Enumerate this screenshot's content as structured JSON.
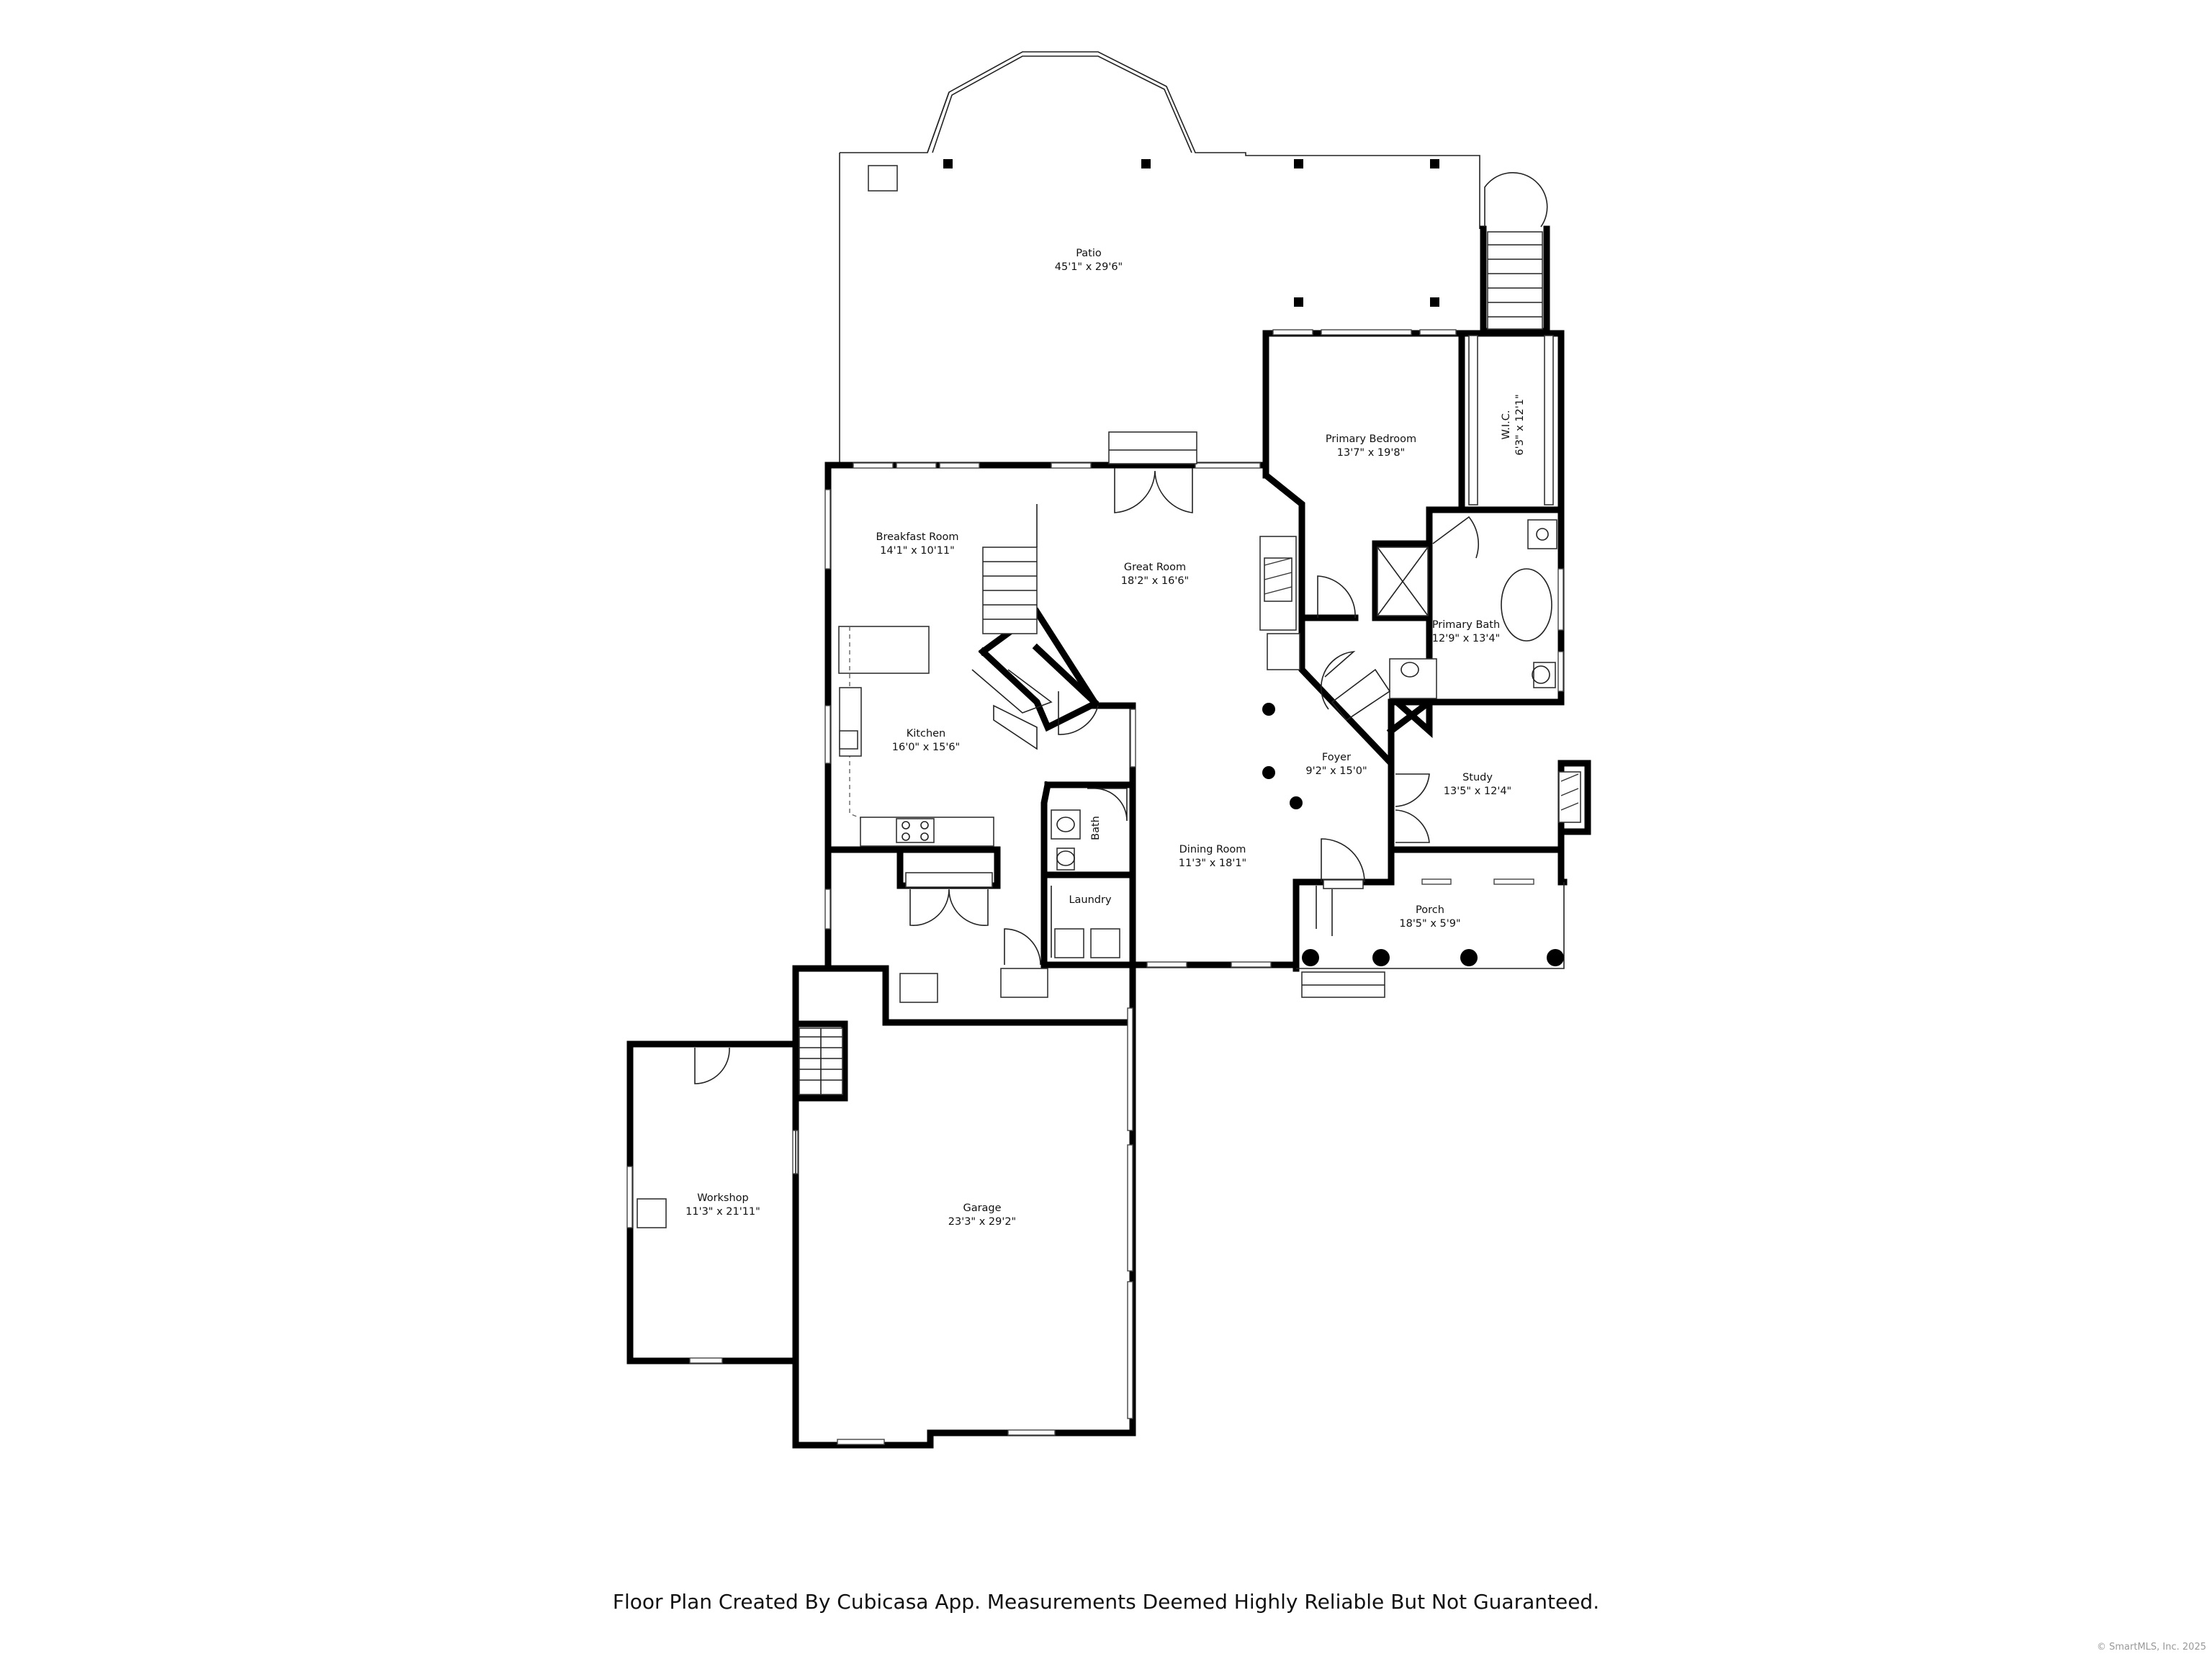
{
  "rooms": {
    "patio": {
      "name": "Patio",
      "dim": "45'1\" x 29'6\""
    },
    "primary_bedroom": {
      "name": "Primary Bedroom",
      "dim": "13'7\" x 19'8\""
    },
    "wic": {
      "name": "W.I.C.",
      "dim": "6'3\" x 12'1\""
    },
    "breakfast_room": {
      "name": "Breakfast Room",
      "dim": "14'1\" x 10'11\""
    },
    "great_room": {
      "name": "Great Room",
      "dim": "18'2\" x 16'6\""
    },
    "primary_bath": {
      "name": "Primary Bath",
      "dim": "12'9\" x 13'4\""
    },
    "kitchen": {
      "name": "Kitchen",
      "dim": "16'0\" x 15'6\""
    },
    "foyer": {
      "name": "Foyer",
      "dim": "9'2\" x 15'0\""
    },
    "study": {
      "name": "Study",
      "dim": "13'5\" x 12'4\""
    },
    "bath": {
      "name": "Bath"
    },
    "dining_room": {
      "name": "Dining Room",
      "dim": "11'3\" x 18'1\""
    },
    "laundry": {
      "name": "Laundry"
    },
    "porch": {
      "name": "Porch",
      "dim": "18'5\" x 5'9\""
    },
    "workshop": {
      "name": "Workshop",
      "dim": "11'3\" x 21'11\""
    },
    "garage": {
      "name": "Garage",
      "dim": "23'3\" x 29'2\""
    }
  },
  "footer": {
    "disclaimer": "Floor Plan Created By Cubicasa App. Measurements Deemed Highly Reliable But Not Guaranteed.",
    "copyright": "© SmartMLS, Inc. 2025"
  }
}
